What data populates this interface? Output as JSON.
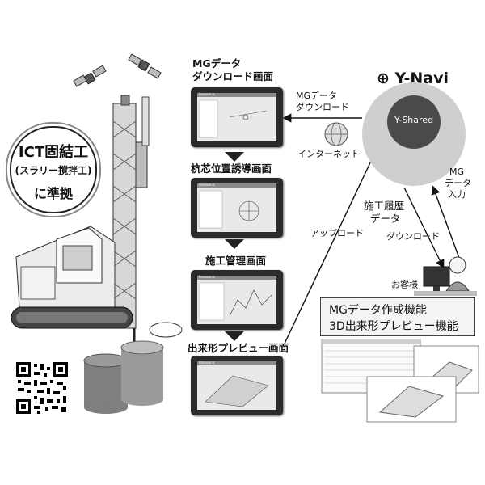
{
  "badge": {
    "line1": "ICT固結工",
    "line2": "(スラリー撹拌工)",
    "line3": "に準拠"
  },
  "screens": [
    {
      "title_line1": "MGデータ",
      "title_line2": "ダウンロード画面"
    },
    {
      "title_line1": "杭芯位置誘導画面"
    },
    {
      "title_line1": "施工管理画面"
    },
    {
      "title_line1": "出来形プレビュー画面"
    }
  ],
  "tablet_brand": "Panasonic",
  "hub": {
    "logo": "Y-Navi",
    "inner": "Y-Shared"
  },
  "flows": {
    "mg_download_line1": "MGデータ",
    "mg_download_line2": "ダウンロード",
    "internet": "インターネット",
    "history_line1": "施工履歴",
    "history_line2": "データ",
    "upload": "アップロード",
    "download": "ダウンロード",
    "mg_input_line1": "MG",
    "mg_input_line2": "データ",
    "mg_input_line3": "入力"
  },
  "customer": {
    "label": "お客様"
  },
  "functions": {
    "line1": "MGデータ作成機能",
    "line2": "3D出来形プレビュー機能"
  }
}
